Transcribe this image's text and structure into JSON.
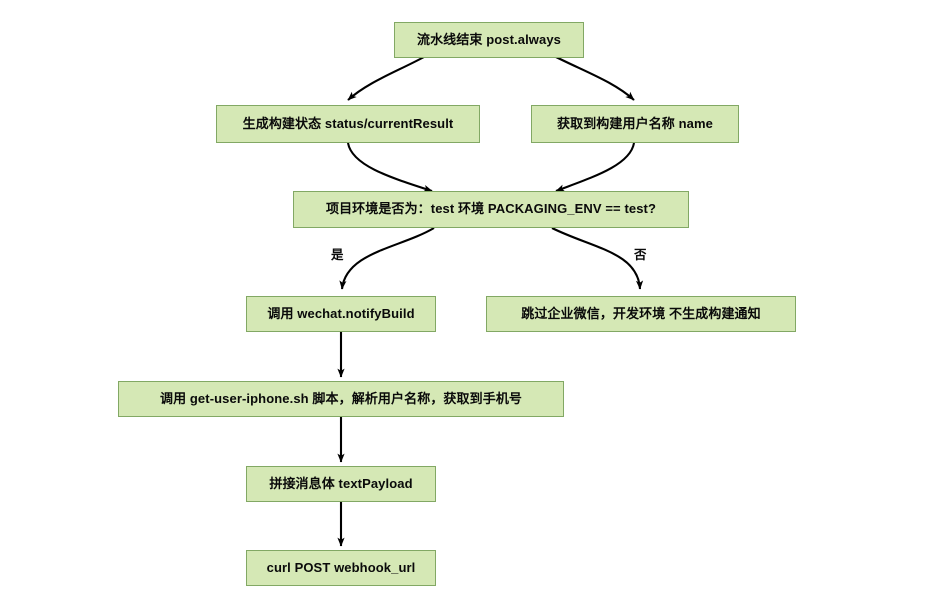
{
  "diagram": {
    "title": "Jenkins pipeline post.always notification flow",
    "background": "#ffffff",
    "node_fill": "#d5e8b5",
    "node_border": "#82a864",
    "edge_color": "#000000",
    "nodes": [
      {
        "id": "start",
        "label": "流水线结束 post.always"
      },
      {
        "id": "status",
        "label": "生成构建状态 status/currentResult"
      },
      {
        "id": "username",
        "label": "获取到构建用户名称 name"
      },
      {
        "id": "decision",
        "label": "项目环境是否为：test 环境 PACKAGING_ENV == test?"
      },
      {
        "id": "notifybuild",
        "label": "调用 wechat.notifyBuild"
      },
      {
        "id": "skipwechat",
        "label": "跳过企业微信，开发环境 不生成构建通知"
      },
      {
        "id": "getiphone",
        "label": "调用 get-user-iphone.sh 脚本，解析用户名称，获取到手机号"
      },
      {
        "id": "textpayload",
        "label": "拼接消息体 textPayload"
      },
      {
        "id": "curlpost",
        "label": "curl POST webhook_url"
      }
    ],
    "edge_labels": {
      "yes": "是",
      "no": "否"
    }
  }
}
